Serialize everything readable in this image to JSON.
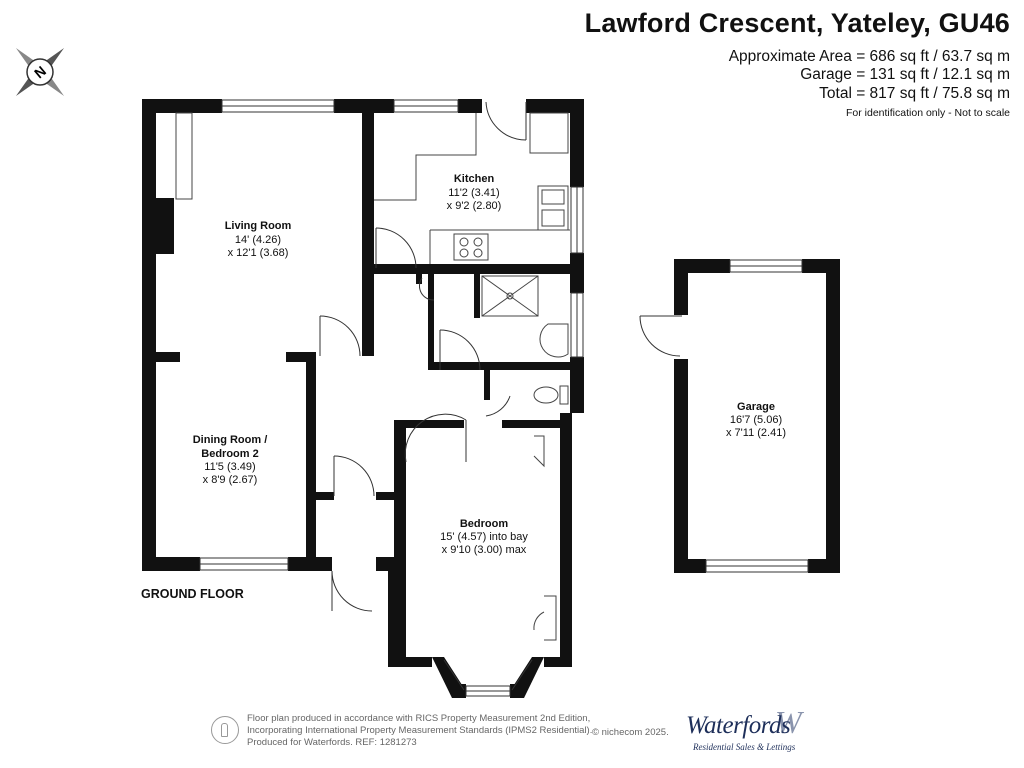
{
  "header": {
    "title": "Lawford Crescent, Yateley, GU46",
    "area_line": "Approximate Area = 686 sq ft / 63.7 sq m",
    "garage_line": "Garage = 131 sq ft / 12.1 sq m",
    "total_line": "Total = 817 sq ft / 75.8 sq m",
    "note": "For identification only - Not to scale"
  },
  "compass": {
    "letter": "N"
  },
  "rooms": {
    "kitchen": {
      "name": "Kitchen",
      "dim1": "11'2 (3.41)",
      "dim2": "x 9'2 (2.80)"
    },
    "living": {
      "name": "Living Room",
      "dim1": "14' (4.26)",
      "dim2": "x 12'1 (3.68)"
    },
    "dining": {
      "name1": "Dining Room /",
      "name2": "Bedroom 2",
      "dim1": "11'5 (3.49)",
      "dim2": "x 8'9 (2.67)"
    },
    "bedroom": {
      "name": "Bedroom",
      "dim1": "15' (4.57) into bay",
      "dim2": "x 9'10 (3.00) max"
    },
    "garage": {
      "name": "Garage",
      "dim1": "16'7 (5.06)",
      "dim2": "x 7'11 (2.41)"
    }
  },
  "floor_label": "GROUND FLOOR",
  "footer": {
    "line1": "Floor plan produced in accordance with RICS Property Measurement 2nd Edition,",
    "line2": "Incorporating International Property Measurement Standards (IPMS2 Residential).",
    "line3": "Produced for Waterfords.   REF: 1281273",
    "copyright": "© nichecom 2025.",
    "brand": "Waterfords",
    "brand_sub": "Residential Sales & Lettings",
    "brand_mark": "W"
  }
}
